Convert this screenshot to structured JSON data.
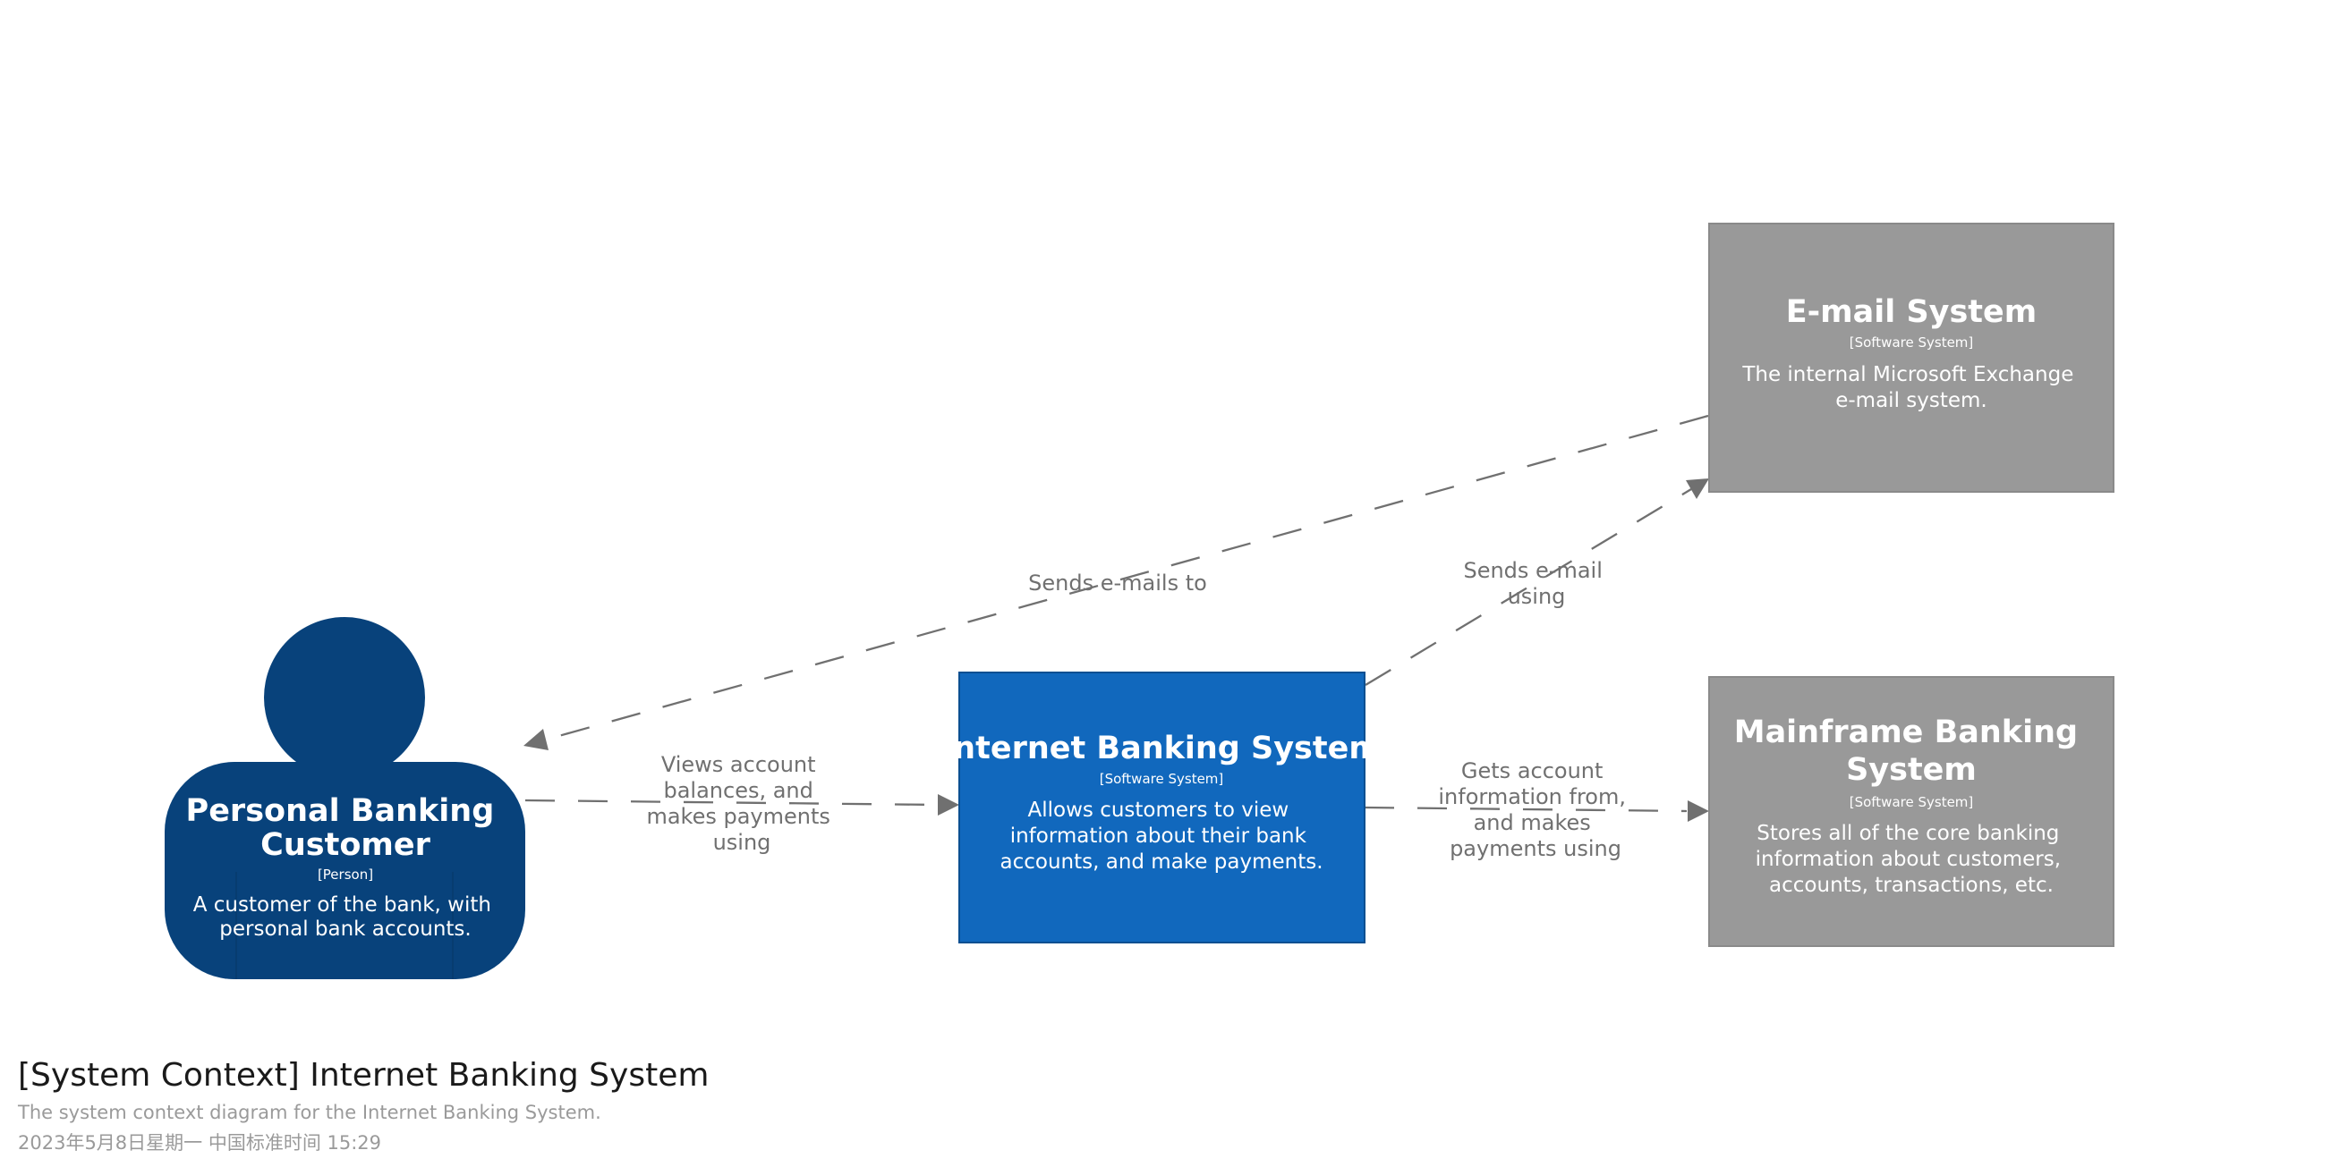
{
  "colors": {
    "person": "#08427b",
    "internal_system": "#1168bd",
    "external_system": "#999999",
    "external_border": "#8a8a8a",
    "relationship": "#707070"
  },
  "nodes": {
    "customer": {
      "name": [
        "Personal Banking",
        "Customer"
      ],
      "type": "[Person]",
      "description": [
        "A customer of the bank, with",
        "personal bank accounts."
      ]
    },
    "ibs": {
      "name": [
        "Internet Banking System"
      ],
      "type": "[Software System]",
      "description": [
        "Allows customers to view",
        "information about their bank",
        "accounts, and make payments."
      ]
    },
    "email": {
      "name": [
        "E-mail System"
      ],
      "type": "[Software System]",
      "description": [
        "The internal Microsoft Exchange",
        "e-mail system."
      ]
    },
    "mainframe": {
      "name": [
        "Mainframe Banking",
        "System"
      ],
      "type": "[Software System]",
      "description": [
        "Stores all of the core banking",
        "information about customers,",
        "accounts, transactions, etc."
      ]
    }
  },
  "relationships": {
    "email_to_customer": {
      "from": "E-mail System",
      "to": "Personal Banking Customer",
      "label": [
        "Sends e-mails to"
      ]
    },
    "ibs_to_email": {
      "from": "Internet Banking System",
      "to": "E-mail System",
      "label": [
        "Sends e-mail",
        "using"
      ]
    },
    "customer_to_ibs": {
      "from": "Personal Banking Customer",
      "to": "Internet Banking System",
      "label": [
        "Views account",
        "balances, and",
        "makes payments",
        "using"
      ]
    },
    "ibs_to_mainframe": {
      "from": "Internet Banking System",
      "to": "Mainframe Banking System",
      "label": [
        "Gets account",
        "information from,",
        "and makes",
        "payments using"
      ]
    }
  },
  "footer": {
    "title": "[System Context] Internet Banking System",
    "description": "The system context diagram for the Internet Banking System.",
    "date": "2023年5月8日星期一 中国标准时间 15:29"
  }
}
